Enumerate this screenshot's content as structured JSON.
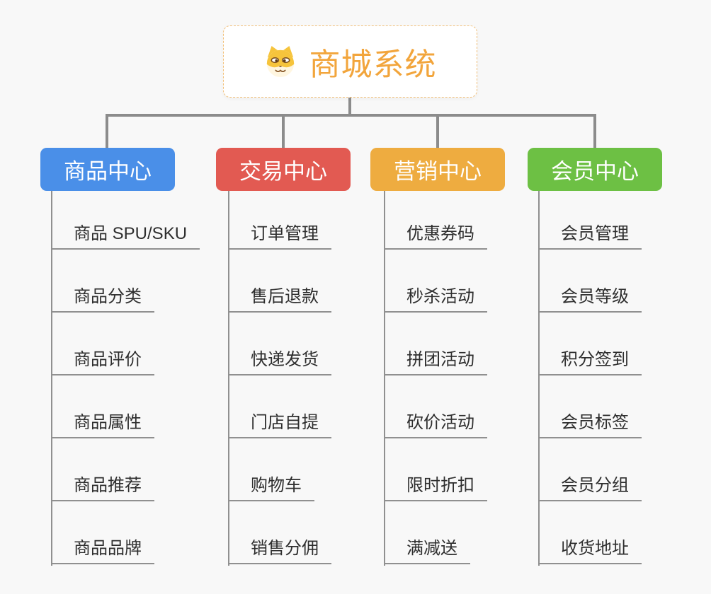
{
  "page": {
    "background_color": "#f8f8f8",
    "connector_color": "#8c8c8c",
    "leaf_line_color": "#909090"
  },
  "root": {
    "label": "商城系统",
    "icon": "shiba-dog-face",
    "text_color": "#f2a53c",
    "border_color": "#f2c079"
  },
  "branches": [
    {
      "label": "商品中心",
      "color": "#4a8fe8",
      "children": [
        "商品 SPU/SKU",
        "商品分类",
        "商品评价",
        "商品属性",
        "商品推荐",
        "商品品牌"
      ]
    },
    {
      "label": "交易中心",
      "color": "#e25a52",
      "children": [
        "订单管理",
        "售后退款",
        "快递发货",
        "门店自提",
        "购物车",
        "销售分佣"
      ]
    },
    {
      "label": "营销中心",
      "color": "#eeac40",
      "children": [
        "优惠券码",
        "秒杀活动",
        "拼团活动",
        "砍价活动",
        "限时折扣",
        "满减送"
      ]
    },
    {
      "label": "会员中心",
      "color": "#6dc044",
      "children": [
        "会员管理",
        "会员等级",
        "积分签到",
        "会员标签",
        "会员分组",
        "收货地址"
      ]
    }
  ]
}
